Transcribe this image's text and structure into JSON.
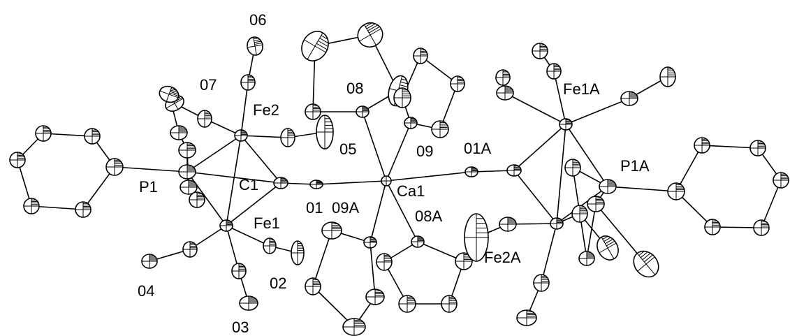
{
  "atom_labels": {
    "O6": "06",
    "O7": "07",
    "O8": "08",
    "Fe2": "Fe2",
    "O5": "05",
    "O9": "09",
    "O1A": "01A",
    "Fe1A": "Fe1A",
    "P1A": "P1A",
    "P1": "P1",
    "C1": "C1",
    "Ca1": "Ca1",
    "O1": "01",
    "O9A": "09A",
    "O8A": "08A",
    "Fe1": "Fe1",
    "Fe2A": "Fe2A",
    "O4": "04",
    "O2": "02",
    "O3": "03"
  }
}
